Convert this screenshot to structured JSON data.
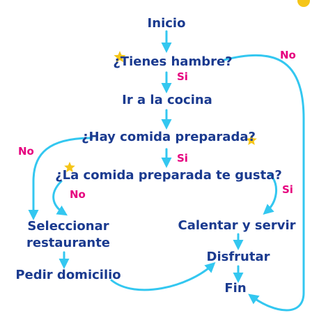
{
  "nodes": {
    "inicio": "Inicio",
    "hambre": "¿Tienes hambre?",
    "cocina": "Ir a la cocina",
    "hay_comida": "¿Hay comida preparada?",
    "gusta": "¿La comida preparada te gusta?",
    "seleccionar_1": "Seleccionar",
    "seleccionar_2": "restaurante",
    "calentar": "Calentar y servir",
    "pedir": "Pedir domicilio",
    "disfrutar": "Disfrutar",
    "fin": "Fin"
  },
  "edge_labels": {
    "hambre_si": "Si",
    "hambre_no": "No",
    "hay_si": "Si",
    "hay_no": "No",
    "gusta_no": "No",
    "gusta_si": "Si"
  },
  "colors": {
    "node_text": "#1a3a8f",
    "label": "#e6007e",
    "arrow": "#33c7f0",
    "star": "#f5c518",
    "corner_dot": "#f5c518"
  }
}
